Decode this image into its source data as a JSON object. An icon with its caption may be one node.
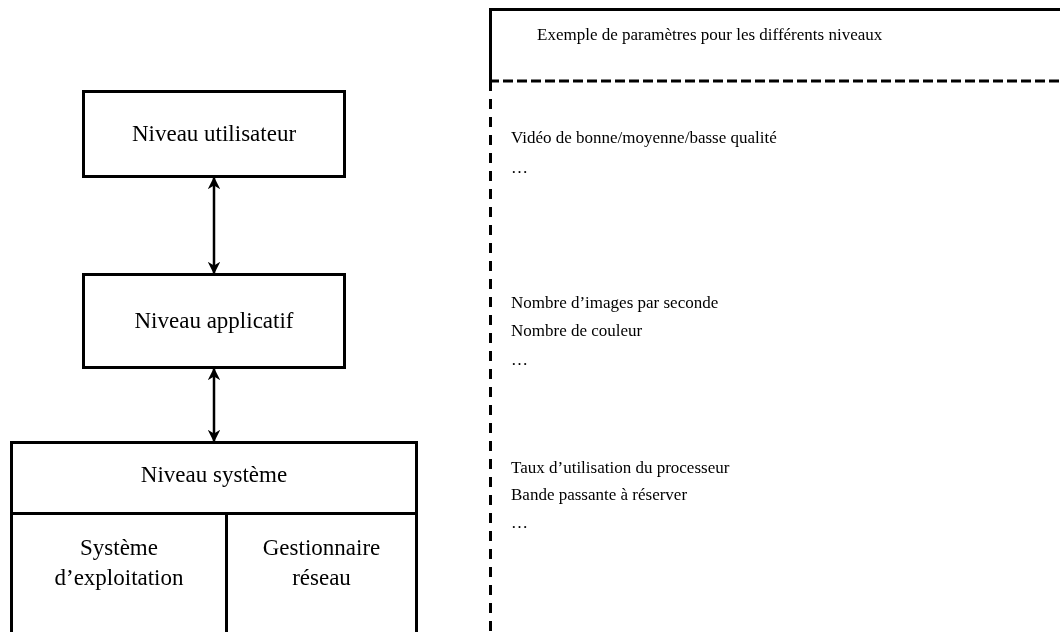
{
  "diagram": {
    "nodes": [
      {
        "text": [
          "Niveau utilisateur"
        ]
      },
      {
        "text": [
          "Niveau applicatif"
        ]
      },
      {
        "text": [
          "Niveau système"
        ]
      },
      {
        "text": [
          "Système d’exploitation"
        ],
        "in": 2
      },
      {
        "text": [
          "Gestionnaire réseau"
        ],
        "in": 2
      },
      {
        "text": [
          "Exemple de paramètres pour les différents niveaux",
          "Vidéo de bonne/moyenne/basse qualité",
          "…",
          "Nombre d’images par seconde",
          "Nombre de couleur",
          "…",
          "Taux d’utilisation du processeur",
          "Bande passante à réserver",
          "…"
        ]
      }
    ],
    "edges": [
      {
        "from": 0,
        "to": 1,
        "arrow": "both"
      },
      {
        "from": 1,
        "to": 2,
        "arrow": "both"
      }
    ]
  }
}
